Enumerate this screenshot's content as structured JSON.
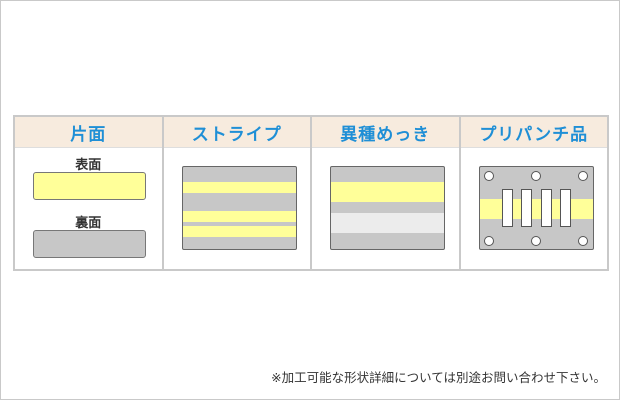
{
  "columns": [
    {
      "title": "片面",
      "front_label": "表面",
      "back_label": "裏面"
    },
    {
      "title": "ストライプ"
    },
    {
      "title": "異種めっき"
    },
    {
      "title": "プリパンチ品"
    }
  ],
  "footnote": "※加工可能な形状詳細については別途お問い合わせ下さい。",
  "colors": {
    "plating_yellow": "#ffff99",
    "base_gray": "#c7c7c7",
    "second_plating_light": "#ececec",
    "header_bg": "#f7ebde",
    "header_text": "#1f8fd6",
    "border": "#c9c9c9"
  }
}
